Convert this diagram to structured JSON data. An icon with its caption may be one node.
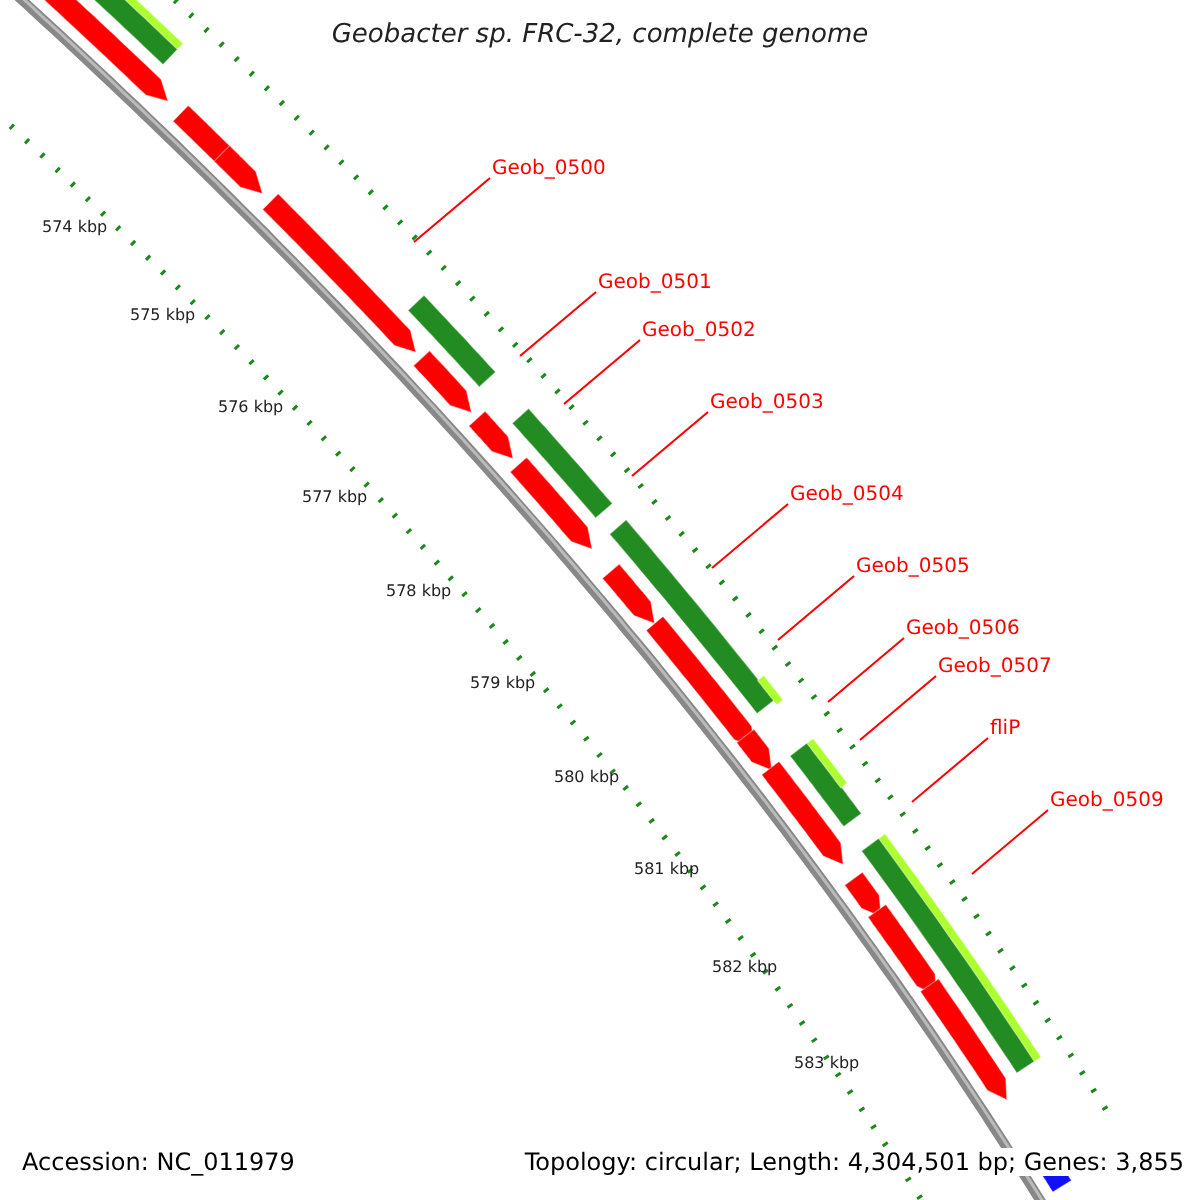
{
  "diagram": {
    "title": "Geobacter sp. FRC-32, complete genome",
    "nodes": [
      {
        "text": [
          "Geob_0500"
        ]
      },
      {
        "text": [
          "Geob_0501"
        ]
      },
      {
        "text": [
          "Geob_0502"
        ]
      },
      {
        "text": [
          "Geob_0503"
        ]
      },
      {
        "text": [
          "Geob_0504"
        ]
      },
      {
        "text": [
          "Geob_0505"
        ]
      },
      {
        "text": [
          "Geob_0506"
        ]
      },
      {
        "text": [
          "Geob_0507"
        ]
      },
      {
        "text": [
          "fliP"
        ]
      },
      {
        "text": [
          "Geob_0509"
        ]
      }
    ],
    "edges": [
      {
        "from": 0,
        "to": null,
        "arrow": "none"
      },
      {
        "from": 1,
        "to": null,
        "arrow": "none"
      },
      {
        "from": 2,
        "to": null,
        "arrow": "none"
      },
      {
        "from": 3,
        "to": null,
        "arrow": "none"
      },
      {
        "from": 4,
        "to": null,
        "arrow": "none"
      },
      {
        "from": 5,
        "to": null,
        "arrow": "none"
      },
      {
        "from": 6,
        "to": null,
        "arrow": "none"
      },
      {
        "from": 7,
        "to": null,
        "arrow": "none"
      },
      {
        "from": 8,
        "to": null,
        "arrow": "none"
      },
      {
        "from": 9,
        "to": null,
        "arrow": "none"
      }
    ],
    "labels": [
      "574 kbp",
      "575 kbp",
      "576 kbp",
      "577 kbp",
      "578 kbp",
      "579 kbp",
      "580 kbp",
      "581 kbp",
      "582 kbp",
      "583 kbp",
      "Accession: NC_011979",
      "Topology: circular; Length: 4,304,501 bp; Genes: 3,855"
    ]
  }
}
